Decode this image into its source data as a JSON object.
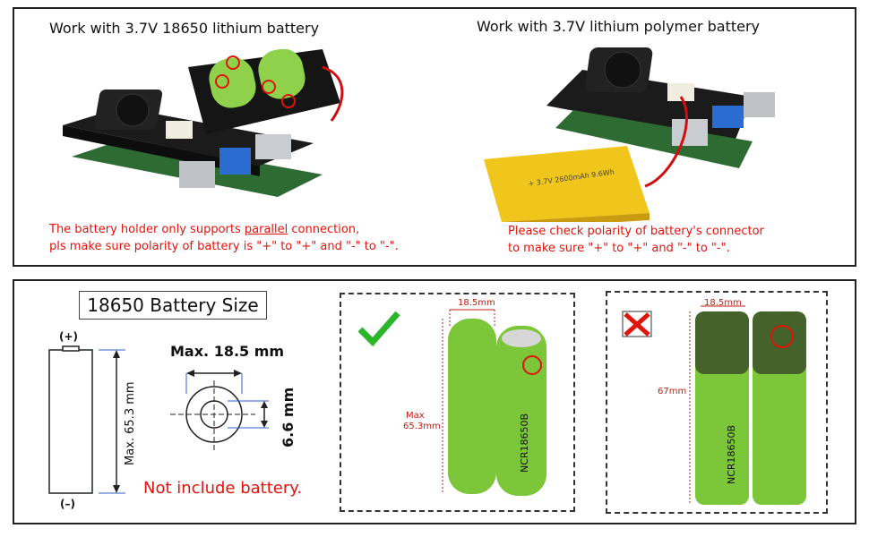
{
  "top": {
    "left_title": "Work with 3.7V 18650 lithium battery",
    "right_title": "Work with 3.7V lithium polymer battery",
    "left_note_line1_a": "The battery holder only supports ",
    "left_note_line1_u": "parallel",
    "left_note_line1_b": " connection,",
    "left_note_line2": "pls make sure polarity of battery is \"+\" to \"+\" and \"-\" to \"-\".",
    "right_note_line1": "Please check polarity of battery's connector",
    "right_note_line2": "to make sure \"+\" to \"+\" and \"-\" to \"-\".",
    "lipo_label": "+ 3.7V 2600mAh 9.6Wh"
  },
  "size": {
    "title": "18650 Battery Size",
    "plus": "(+)",
    "minus": "(–)",
    "max_length": "Max. 65.3 mm",
    "max_diameter": "Max. 18.5 mm",
    "terminal": "6.6 mm",
    "note": "Not include battery."
  },
  "correct": {
    "width": "18.5mm",
    "length_a": "Max",
    "length_b": "65.3mm",
    "cell_text": "NCR18650B"
  },
  "wrong": {
    "width": "18.5mm",
    "length": "67mm",
    "cell_text": "NCR18650B"
  },
  "colors": {
    "red": "#e0140a",
    "battery_green": "#7cc63a",
    "pcb": "#1b1b1b",
    "check": "#2bb52b"
  }
}
